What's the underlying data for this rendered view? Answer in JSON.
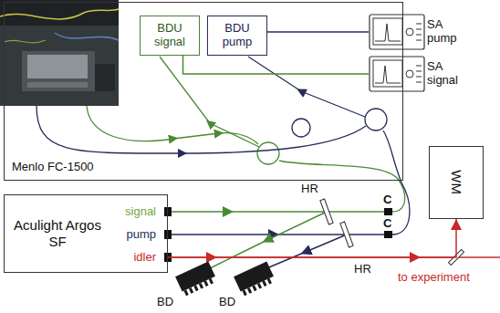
{
  "diagram": {
    "nodes": [
      {
        "text": [
          "Menlo FC-1500"
        ]
      },
      {
        "text": [
          "BDU signal"
        ],
        "in": 0
      },
      {
        "text": [
          "BDU pump"
        ],
        "in": 0
      },
      {
        "text": [
          "SA pump"
        ]
      },
      {
        "text": [
          "SA signal"
        ]
      },
      {
        "text": [
          "Aculight Argos SF",
          "signal",
          "pump",
          "idler"
        ]
      },
      {
        "text": [
          "WM"
        ]
      }
    ],
    "edges": [
      {
        "from": 1,
        "to": 4,
        "arrow": "none"
      },
      {
        "from": 2,
        "to": 3,
        "arrow": "none"
      },
      {
        "from": 5,
        "to": 6,
        "arrow": "to"
      }
    ],
    "labels": [
      "HR",
      "C",
      "C",
      "HR",
      "BD",
      "BD",
      "to experiment"
    ]
  }
}
